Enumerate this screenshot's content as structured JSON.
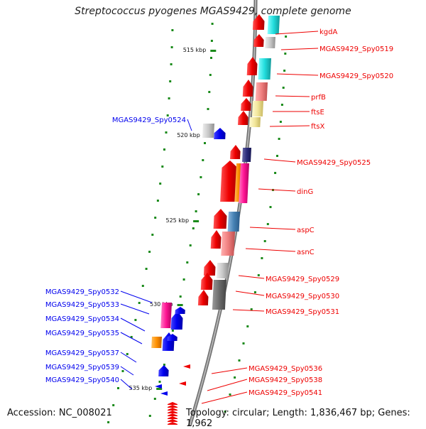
{
  "title": "Streptococcus pyogenes MGAS9429, complete genome",
  "accession_label": "Accession: NC_008021",
  "topology_label": "Topology: circular; Length: 1,836,467 bp; Genes: 1,962",
  "colors": {
    "forward_strand": "#ee0000",
    "reverse_strand": "#0000ee",
    "tick": "#1a8a1a",
    "backbone": "#888888"
  },
  "ticks": [
    {
      "label": "515 kbp"
    },
    {
      "label": "520 kbp"
    },
    {
      "label": "525 kbp"
    },
    {
      "label": "530 kbp"
    },
    {
      "label": "535 kbp"
    }
  ],
  "right_labels": [
    {
      "text": "kgdA"
    },
    {
      "text": "MGAS9429_Spy0519"
    },
    {
      "text": "MGAS9429_Spy0520"
    },
    {
      "text": "prfB"
    },
    {
      "text": "ftsE"
    },
    {
      "text": "ftsX"
    },
    {
      "text": "MGAS9429_Spy0525"
    },
    {
      "text": "dinG"
    },
    {
      "text": "aspC"
    },
    {
      "text": "asnC"
    },
    {
      "text": "MGAS9429_Spy0529"
    },
    {
      "text": "MGAS9429_Spy0530"
    },
    {
      "text": "MGAS9429_Spy0531"
    },
    {
      "text": "MGAS9429_Spy0536"
    },
    {
      "text": "MGAS9429_Spy0538"
    },
    {
      "text": "MGAS9429_Spy0541"
    }
  ],
  "left_labels": [
    {
      "text": "MGAS9429_Spy0524"
    },
    {
      "text": "MGAS9429_Spy0532"
    },
    {
      "text": "MGAS9429_Spy0533"
    },
    {
      "text": "MGAS9429_Spy0534"
    },
    {
      "text": "MGAS9429_Spy0535"
    },
    {
      "text": "MGAS9429_Spy0537"
    },
    {
      "text": "MGAS9429_Spy0539"
    },
    {
      "text": "MGAS9429_Spy0540"
    }
  ]
}
